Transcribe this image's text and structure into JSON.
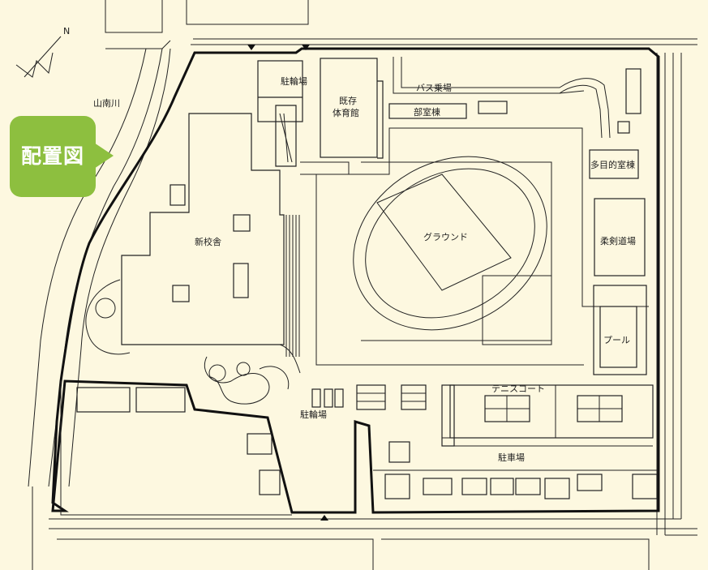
{
  "badge": {
    "label": "配置図"
  },
  "compass": {
    "north_label": "N"
  },
  "labels": {
    "river": "山南川",
    "bike_parking_top": "駐輪場",
    "existing_gym_line1": "既存",
    "existing_gym_line2": "体育館",
    "bus_stop": "バス乗場",
    "club_room": "部室棟",
    "multipurpose_room": "多目的室棟",
    "ground": "グラウンド",
    "new_school": "新校舎",
    "judo_kendo_hall": "柔剣道場",
    "pool": "プール",
    "tennis_court": "テニスコート",
    "bike_parking_bottom": "駐輪場",
    "car_parking": "駐車場"
  },
  "colors": {
    "background": "#fdf8e0",
    "badge": "#8dbf3f",
    "line": "#222222"
  }
}
